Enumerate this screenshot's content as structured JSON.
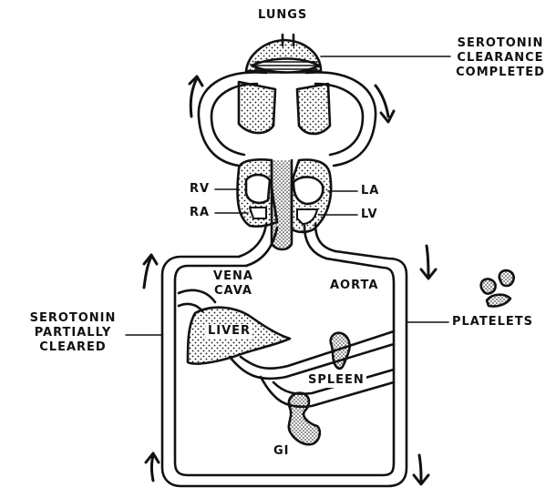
{
  "labels": {
    "lungs": "LUNGS",
    "serotonin_completed": [
      "SEROTONIN",
      "CLEARANCE",
      "COMPLETED"
    ],
    "rv": "RV",
    "ra": "RA",
    "la": "LA",
    "lv": "LV",
    "vena_cava": [
      "VENA",
      "CAVA"
    ],
    "aorta": "AORTA",
    "serotonin_partial": [
      "SEROTONIN",
      "PARTIALLY",
      "CLEARED"
    ],
    "liver": "LIVER",
    "spleen": "SPLEEN",
    "gi": "GI",
    "platelets": "PLATELETS"
  },
  "colors": {
    "ink": "#111111",
    "paper": "#ffffff"
  }
}
